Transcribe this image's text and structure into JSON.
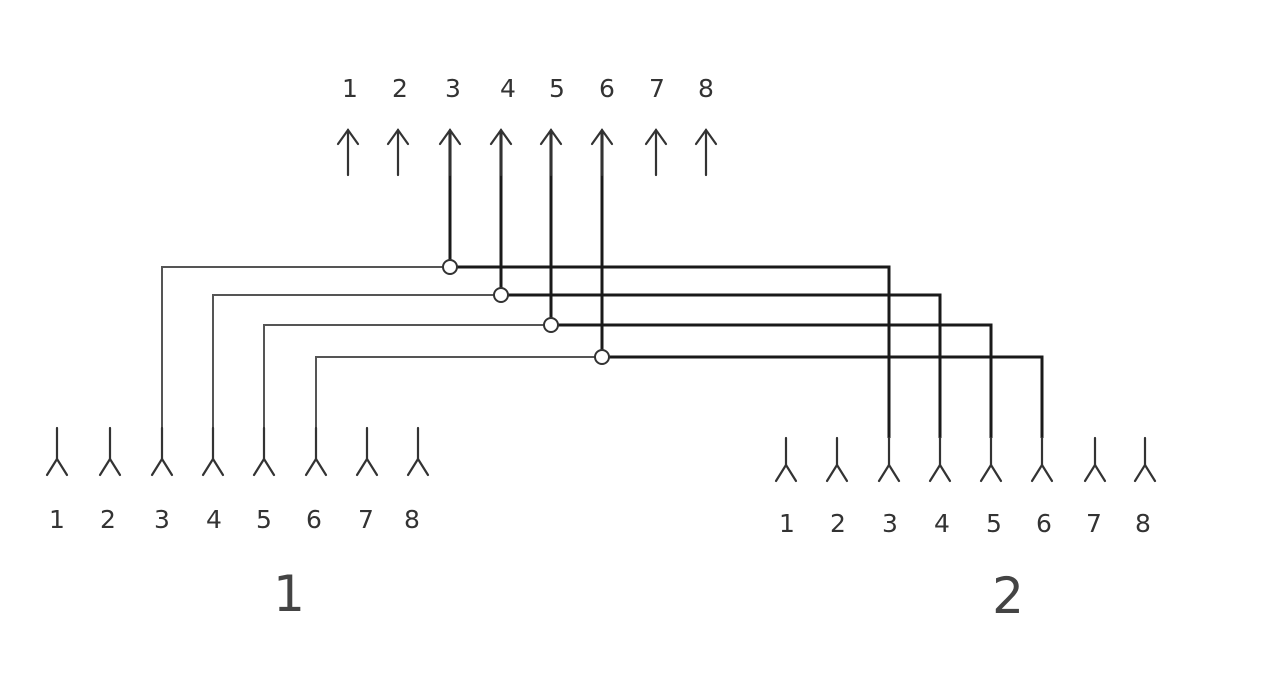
{
  "top_connector": {
    "pin_labels": [
      "1",
      "2",
      "3",
      "4",
      "5",
      "6",
      "7",
      "8"
    ]
  },
  "connector_1": {
    "label": "1",
    "pin_labels": [
      "1",
      "2",
      "3",
      "4",
      "5",
      "6",
      "7",
      "8"
    ]
  },
  "connector_2": {
    "label": "2",
    "pin_labels": [
      "1",
      "2",
      "3",
      "4",
      "5",
      "6",
      "7",
      "8"
    ]
  },
  "connections": [
    {
      "top_pin": "3",
      "connector_1_pin": "3",
      "connector_2_pin": "3"
    },
    {
      "top_pin": "4",
      "connector_1_pin": "4",
      "connector_2_pin": "4"
    },
    {
      "top_pin": "5",
      "connector_1_pin": "5",
      "connector_2_pin": "5"
    },
    {
      "top_pin": "6",
      "connector_1_pin": "6",
      "connector_2_pin": "6"
    }
  ]
}
